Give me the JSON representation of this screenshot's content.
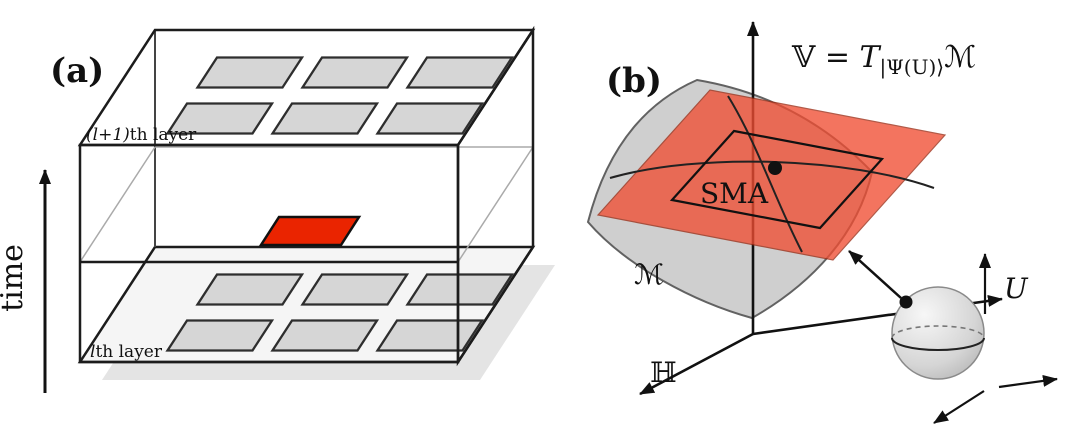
{
  "figure": {
    "panel_a": {
      "label": "(a)",
      "time_axis_label": "time",
      "upper_layer_label_math": "(l+1)",
      "upper_layer_label_text": "th layer",
      "lower_layer_label_math": "l",
      "lower_layer_label_text": "th layer"
    },
    "panel_b": {
      "label": "(b)",
      "equation": {
        "lhs": "𝕍 = ",
        "t": "T",
        "subscript": "|Ψ(U)⟩",
        "manifold": "ℳ"
      },
      "sma_label": "SMA",
      "manifold_label": "ℳ",
      "hilbert_label": "ℍ",
      "unitary_label": "U"
    },
    "colors": {
      "gate_gray": "#d6d6d6",
      "gate_red": "#ea2400",
      "plane_red": "#f04e33",
      "surface_gray": "#cccccc",
      "sphere_gray": "#d9d9d9"
    }
  }
}
